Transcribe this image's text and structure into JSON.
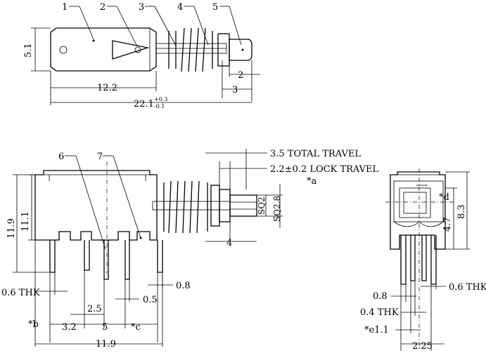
{
  "top_view": {
    "callouts": [
      "1",
      "2",
      "3",
      "4",
      "5"
    ],
    "dims": {
      "height": "5.1",
      "stroke": "2",
      "tip": "3",
      "body_len": "12.2",
      "total_len": "22.1",
      "tol_plus": "+0.3",
      "tol_minus": "-0.1"
    }
  },
  "side_view": {
    "callouts": [
      "6",
      "7"
    ],
    "travel": {
      "total": "3.5 TOTAL TRAVEL",
      "lock": "2.2±0.2 LOCK TRAVEL",
      "note": "*a"
    },
    "dims": {
      "overall_h": "11.9",
      "body_h": "11.1",
      "sq_inner": "SQ2",
      "sq_outer": "SQ2.8",
      "plunger": "4",
      "thk": "0.6 THK",
      "pin_w": "0.8",
      "pin_gap": "2.5",
      "pin_off": "0.5",
      "note_b": "*b",
      "pitch_a": "3.2",
      "pitch_b": "5",
      "note_c": "*c",
      "width": "11.9"
    }
  },
  "end_view": {
    "dims": {
      "note_d": "*d",
      "mid_h": "4.7",
      "height": "8.3",
      "pin_w": "0.8",
      "thk_a": "0.6 THK",
      "thk_b": "0.4 THK",
      "note_e": "*e1.1",
      "pitch": "2.25"
    }
  }
}
